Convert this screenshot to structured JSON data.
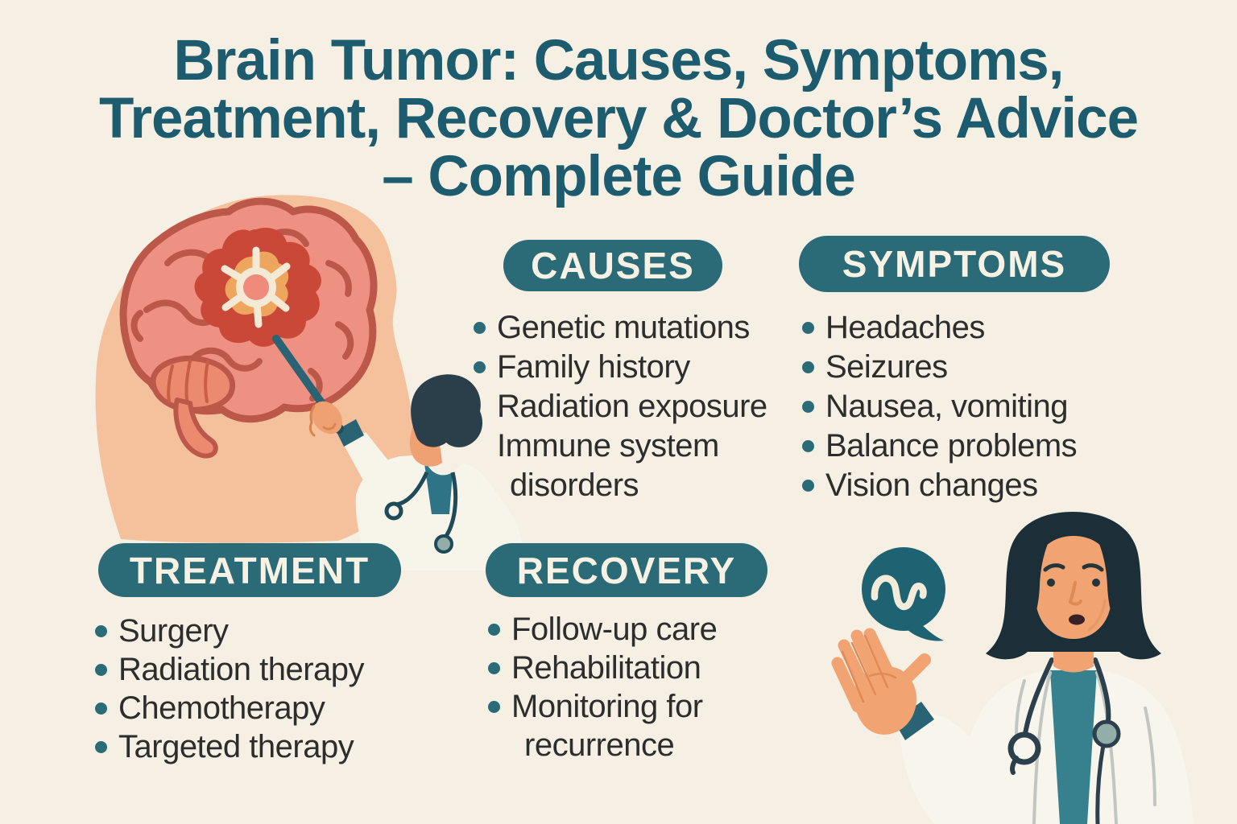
{
  "title": {
    "line1": "Brain Tumor: Causes, Symptoms,",
    "line2": "Treatment, Recovery & Doctor’s Advice",
    "line3": "– Complete Guide"
  },
  "sections": {
    "causes": {
      "label": "CAUSES",
      "items": [
        {
          "text": "Genetic mutations",
          "bullet": true,
          "indent": false
        },
        {
          "text": "Family history",
          "bullet": true,
          "indent": false
        },
        {
          "text": "Radiation exposure",
          "bullet": false,
          "indent": false
        },
        {
          "text": "Immune system",
          "bullet": false,
          "indent": false
        },
        {
          "text": "disorders",
          "bullet": false,
          "indent": true
        }
      ]
    },
    "symptoms": {
      "label": "SYMPTOMS",
      "items": [
        {
          "text": "Headaches",
          "bullet": true,
          "indent": false
        },
        {
          "text": "Seizures",
          "bullet": true,
          "indent": false
        },
        {
          "text": "Nausea, vomiting",
          "bullet": true,
          "indent": false
        },
        {
          "text": "Balance problems",
          "bullet": true,
          "indent": false
        },
        {
          "text": "Vision changes",
          "bullet": true,
          "indent": false
        }
      ]
    },
    "treatment": {
      "label": "TREATMENT",
      "items": [
        {
          "text": "Surgery",
          "bullet": true,
          "indent": false
        },
        {
          "text": "Radiation therapy",
          "bullet": true,
          "indent": false
        },
        {
          "text": "Chemotherapy",
          "bullet": true,
          "indent": false
        },
        {
          "text": "Targeted therapy",
          "bullet": true,
          "indent": false
        }
      ]
    },
    "recovery": {
      "label": "RECOVERY",
      "items": [
        {
          "text": "Follow-up care",
          "bullet": true,
          "indent": false
        },
        {
          "text": "Rehabilitation",
          "bullet": true,
          "indent": false
        },
        {
          "text": "Monitoring for",
          "bullet": true,
          "indent": false
        },
        {
          "text": "recurrence",
          "bullet": false,
          "indent": true
        }
      ]
    }
  },
  "illustrations": {
    "left": "head-profile-with-brain-tumor-and-doctor-pointing",
    "bubble": "speech-bubble-with-pulse-wave",
    "right": "female-doctor-presenting-with-open-hand"
  },
  "colors": {
    "background": "#f5f0e3",
    "title_teal": "#1d5c6e",
    "pill_teal": "#2b6b77",
    "bullet_teal": "#2b6b77",
    "body_text": "#2d2d2d",
    "head_skin": "#f5c09c",
    "brain": "#ee9183",
    "brain_outline": "#bc584a",
    "tumor_red": "#ca4837",
    "tumor_orange": "#eea55d",
    "tumor_star": "#f3e9d4",
    "tumor_center": "#ef8a7d",
    "doctor_skin": "#f0a173",
    "coat_white": "#f7f4ea",
    "shirt_teal": "#37818f",
    "hair_dark": "#1c2e38"
  }
}
